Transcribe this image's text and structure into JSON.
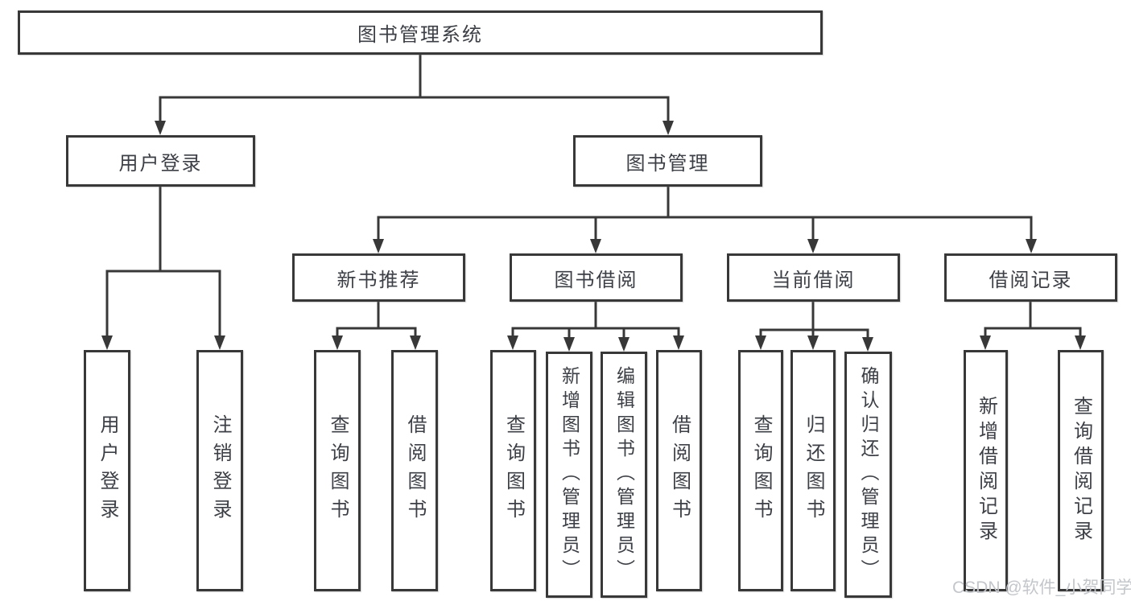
{
  "diagram_title": "图书管理系统",
  "colors": {
    "line": "#383838",
    "box_border": "#383838",
    "text": "#3c3f45",
    "watermark": "#c3c6ca",
    "background": "#ffffff"
  },
  "tree": {
    "root": {
      "label": "图书管理系统"
    },
    "branches": [
      {
        "label": "用户登录",
        "leaves": [
          {
            "label": "用户登录"
          },
          {
            "label": "注销登录"
          }
        ]
      },
      {
        "label": "图书管理",
        "groups": [
          {
            "label": "新书推荐",
            "leaves": [
              {
                "label": "查询图书"
              },
              {
                "label": "借阅图书"
              }
            ]
          },
          {
            "label": "图书借阅",
            "leaves": [
              {
                "label": "查询图书"
              },
              {
                "label": "新增图书（管理员）"
              },
              {
                "label": "编辑图书（管理员）"
              },
              {
                "label": "借阅图书"
              }
            ]
          },
          {
            "label": "当前借阅",
            "leaves": [
              {
                "label": "查询图书"
              },
              {
                "label": "归还图书"
              },
              {
                "label": "确认归还（管理员）"
              }
            ]
          },
          {
            "label": "借阅记录",
            "leaves": [
              {
                "label": "新增借阅记录"
              },
              {
                "label": "查询借阅记录"
              }
            ]
          }
        ]
      }
    ]
  },
  "watermark": "CSDN @软件_小贺同学"
}
